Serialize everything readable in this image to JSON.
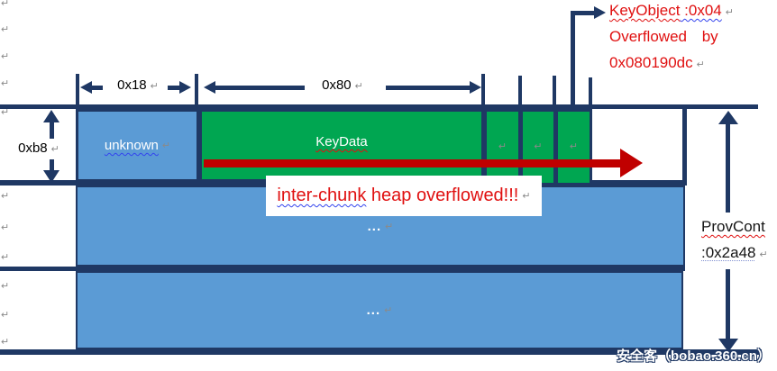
{
  "pilcrow": "↵",
  "dimensions": {
    "unknown_width": "0x18",
    "keydata_width": "0x80",
    "row_height": "0xb8"
  },
  "heap_row1": {
    "unknown_label": "unknown",
    "keydata_label": "KeyData"
  },
  "heap_rows": {
    "row2_label": "...",
    "row3_label": "..."
  },
  "callouts": {
    "keyobject": {
      "name": "KeyObject",
      "offset": " :0x04",
      "line2": "Overflowed by",
      "line3": "0x080190dc"
    },
    "overflow_note": {
      "highlight": "inter-chunk",
      "rest": " heap overflowed!!!"
    },
    "provcont": {
      "name": "ProvCont",
      "size": ":0x2a48"
    }
  },
  "watermark": "安全客（bobao.360.cn）",
  "colors": {
    "navy": "#1F3864",
    "chunk_blue": "#5B9BD5",
    "chunk_green": "#00A651",
    "alert_red": "#E01010",
    "arrow_red": "#C00000"
  }
}
